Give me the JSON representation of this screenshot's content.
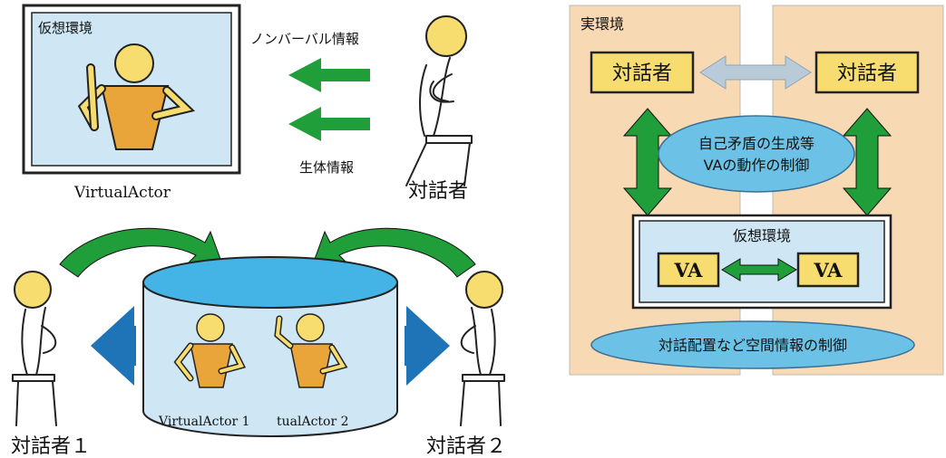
{
  "colors": {
    "person_head": "#f7dc6f",
    "actor_body": "#e9a53a",
    "screen_fill": "#cfe7f4",
    "green_arrow": "#1f9e3a",
    "blue_arrow": "#1f73b7",
    "cylinder_fill": "#cfe7f4",
    "cylinder_top": "#44b3e6",
    "panel_fill": "#f7d9b3",
    "label_box": "#f7dc6f",
    "ellipse_fill": "#6cc2e6"
  },
  "single": {
    "screen_label": "仮想環境",
    "screen_caption": "VirtualActor",
    "nonverbal": "ノンバーバル情報",
    "bio": "生体情報",
    "person": "対話者"
  },
  "multi": {
    "actor1": "VirtualActor 1",
    "actor2": "tualActor 2",
    "person1": "対話者１",
    "person2": "対話者２"
  },
  "right": {
    "real_env": "実環境",
    "person_left": "対話者",
    "person_right": "対話者",
    "control_line1": "自己矛盾の生成等",
    "control_line2": "VAの動作の制御",
    "virtual_env": "仮想環境",
    "va_left": "VA",
    "va_right": "VA",
    "spatial_control": "対話配置など空間情報の制御"
  }
}
